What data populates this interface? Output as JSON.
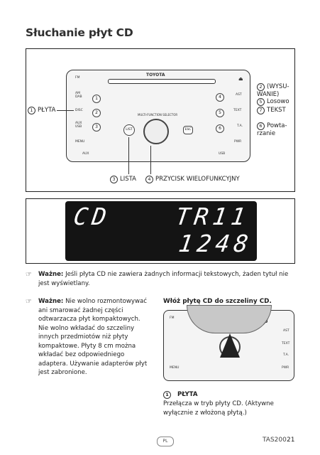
{
  "page": {
    "title": "Słuchanie płyt CD",
    "footer_lang": "PL",
    "footer_model": "TAS200",
    "footer_page": "21"
  },
  "radio": {
    "brand": "TOYOTA",
    "selector_label": "MULTI-FUNCTION SELECTOR",
    "left_labels": [
      "FM",
      "AM DAB",
      "DISC",
      "AUX USB",
      "MENU"
    ],
    "right_labels": [
      "AST",
      "TEXT",
      "T.A.",
      "PWR"
    ],
    "preset_left": [
      "1",
      "2",
      "3"
    ],
    "preset_right": [
      "4",
      "5",
      "6"
    ],
    "list_btn": "LIST",
    "esc_btn": "ESC",
    "aux_label": "AUX",
    "usb_label": "USB"
  },
  "callouts": {
    "plyta": "PŁYTA",
    "plyta_num": "1",
    "wysuwanie_num": "2",
    "wysuwanie": "(WYSU-\nWANIE)",
    "losowo_num": "5",
    "losowo": "Losowo",
    "tekst_num": "7",
    "tekst": "TEKST",
    "powtarzanie_num": "6",
    "powtarzanie": "Powta-\nrzanie",
    "lista_num": "3",
    "lista": "LISTA",
    "przycisk_num": "4",
    "przycisk": "PRZYCISK WIELOFUNKCYJNY"
  },
  "display": {
    "source": "CD",
    "track": "TR11",
    "time": "1248"
  },
  "notes": [
    {
      "label": "Ważne:",
      "text": "Jeśli płyta CD nie zawiera żadnych informacji tekstowych, żaden tytuł nie jest wyświetlany."
    },
    {
      "label": "Ważne:",
      "text": "Nie wolno rozmontowywać ani smarować żadnej części odtwarzacza płyt kompaktowych. Nie wolno wkładać do szczeliny innych przedmiotów niż płyty kompaktowe. Płyty 8 cm można wkładać bez odpowiedniego adaptera. Używanie adapterów płyt jest zabronione."
    }
  ],
  "insert": {
    "heading": "Włóż płytę CD do szczeliny CD."
  },
  "legend": {
    "num": "1",
    "label": "PŁYTA",
    "text": "Przełącza w tryb płyty CD. (Aktywne wyłącznie z włożoną płytą.)"
  }
}
